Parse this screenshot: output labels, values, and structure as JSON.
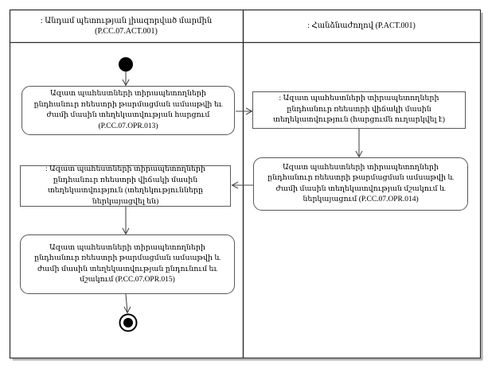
{
  "diagram": {
    "type": "uml-activity-swimlane",
    "lanes": [
      {
        "id": "left",
        "title": ": Անդամ պետության լիազորված մարմին (P.CC.07.ACT.001)"
      },
      {
        "id": "right",
        "title": ": Հանձնաժողով (P.ACT.001)"
      }
    ],
    "nodes": [
      {
        "id": "start",
        "type": "initial-node",
        "lane": "left"
      },
      {
        "id": "L1",
        "type": "activity",
        "lane": "left",
        "text": "Ազատ պահեստների տիրապետողների ընդհանուր ռեեստրի թարմացման ամսաթվի եւ ժամի մասին տեղեկատվության հարցում (P.CC.07.OPR.013)"
      },
      {
        "id": "R1",
        "type": "object",
        "lane": "right",
        "text": ": Ազատ պահեստների տիրապետողների ընդհանուր ռեեստրի վիճակի մասին տեղեկատվություն (հարցումն ուղարկվել է)"
      },
      {
        "id": "R2",
        "type": "activity",
        "lane": "right",
        "text": "Ազատ պահեստների տիրապետողների ընդհանուր ռեեստրի թարմացման ամսաթվի և ժամի մասին տեղեկատվության մշակում և ներկայացում (P.CC.07.OPR.014)"
      },
      {
        "id": "L2",
        "type": "object",
        "lane": "left",
        "text": ": Ազատ պահեստների տիրապետողների ընդհանուր ռեեստրի վիճակի մասին տեղեկատվություն (տեղեկությունները ներկայացվել են)"
      },
      {
        "id": "L3",
        "type": "activity",
        "lane": "left",
        "text": "Ազատ պահեստների տիրապետողների ընդհանուր ռեեստրի թարմացման ամսաթվի և ժամի մասին տեղեկատվության ընդունում եւ մշակում (P.CC.07.OPR.015)"
      },
      {
        "id": "end",
        "type": "final-node",
        "lane": "left"
      }
    ],
    "edges": [
      {
        "from": "start",
        "to": "L1"
      },
      {
        "from": "L1",
        "to": "R1"
      },
      {
        "from": "R1",
        "to": "R2"
      },
      {
        "from": "R2",
        "to": "L2"
      },
      {
        "from": "L2",
        "to": "L3"
      },
      {
        "from": "L3",
        "to": "end"
      }
    ],
    "colors": {
      "background": "#ffffff",
      "frame_line": "#2b2b2b",
      "box_border": "#585858",
      "arrow": "#4a4a4a",
      "node_fill": "#000000",
      "shadow": "#a8a8a8",
      "text": "#000000"
    }
  }
}
